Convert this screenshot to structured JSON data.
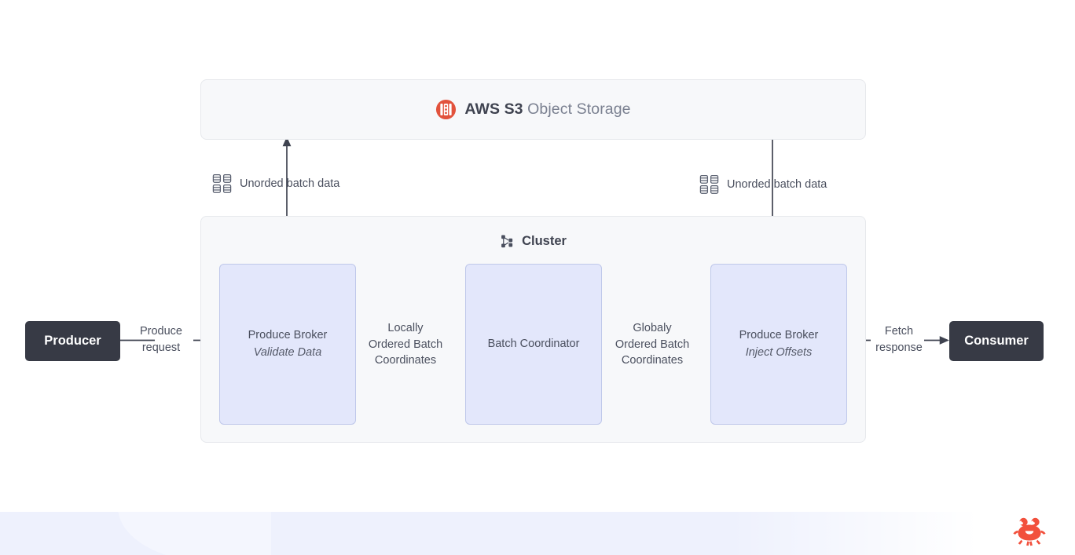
{
  "storage": {
    "icon": "aws-s3-icon",
    "brand": "AWS S3",
    "suffix": " Object Storage",
    "brand_color": "#e2523c"
  },
  "cluster": {
    "icon": "cluster-nodes-icon",
    "title": "Cluster",
    "nodes": [
      {
        "title": "Produce Broker",
        "subtitle": "Validate Data"
      },
      {
        "title": "Batch Coordinator",
        "subtitle": ""
      },
      {
        "title": "Produce Broker",
        "subtitle": "Inject Offsets"
      }
    ]
  },
  "endpoints": {
    "producer": "Producer",
    "consumer": "Consumer"
  },
  "edges": {
    "produce_request": "Produce\nrequest",
    "locally_ordered": "Locally\nOrdered Batch\nCoordinates",
    "globaly_ordered": "Globaly\nOrdered Batch\nCoordinates",
    "fetch_response": "Fetch\nresponse"
  },
  "storage_flows": {
    "left": {
      "icon": "database-grid-icon",
      "label": "Unorded batch data"
    },
    "right": {
      "icon": "database-grid-icon",
      "label": "Unorded batch data"
    }
  },
  "footer": {
    "logo": "crab-logo",
    "logo_color": "#f2503c"
  },
  "colors": {
    "panel_bg": "#f7f8fa",
    "panel_border": "#e6e8ec",
    "broker_bg": "#e3e7fb",
    "broker_border": "#bfc8ea",
    "dark_box": "#373a45",
    "arrow": "#3f4350",
    "footer_band": "#eef1fd"
  }
}
